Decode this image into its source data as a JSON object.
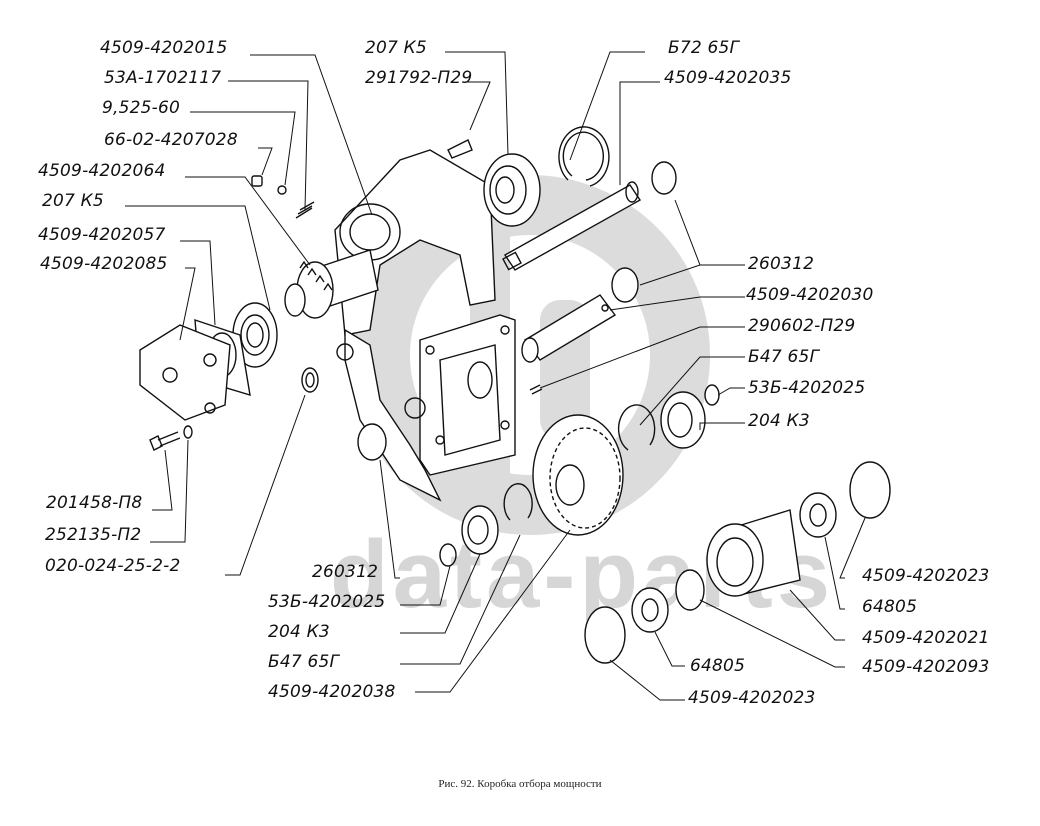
{
  "figure": {
    "caption": "Рис. 92.  Коробка отбора мощности",
    "watermark_text": "data-parts",
    "watermark_color": "#d6d6d6",
    "line_color": "#111111"
  },
  "labels": {
    "left": [
      "4509-4202015",
      "53А-1702117",
      "9,525-60",
      "66-02-4207028",
      "4509-4202064",
      "207 К5",
      "4509-4202057",
      "4509-4202085",
      "201458-П8",
      "252135-П2",
      "020-024-25-2-2"
    ],
    "top_center": [
      "207 К5",
      "291792-П29"
    ],
    "top_right": [
      "Б72 65Г",
      "4509-4202035"
    ],
    "right": [
      "260312",
      "4509-4202030",
      "290602-П29",
      "Б47 65Г",
      "53Б-4202025",
      "204 К3"
    ],
    "bottom_center": [
      "260312",
      "53Б-4202025",
      "204 К3",
      "Б47 65Г",
      "4509-4202038"
    ],
    "bottom_right": [
      "4509-4202023",
      "64805",
      "4509-4202021",
      "4509-4202093",
      "64805",
      "4509-4202023"
    ]
  }
}
